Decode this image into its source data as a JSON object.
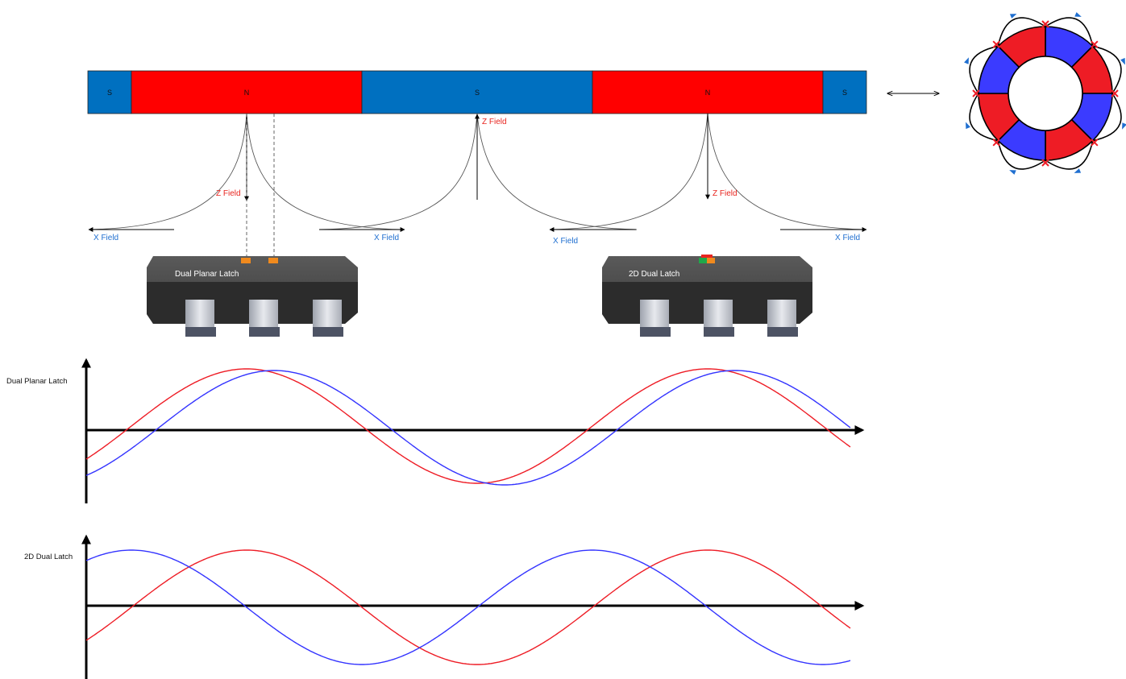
{
  "colors": {
    "south": "#0070c0",
    "north": "#ff0000",
    "ring_red": "#ee1c25",
    "ring_blue": "#3b3bff",
    "wave_red": "#ee1c25",
    "wave_blue": "#3333ff",
    "field_red": "#e8251f",
    "field_blue": "#1f6fd0",
    "chip_body": "#3c3c3c",
    "sensor_orange": "#f08a1e",
    "sensor_green": "#1fa84a"
  },
  "magnet_strip": {
    "segments": [
      {
        "label": "S",
        "pole": "south"
      },
      {
        "label": "N",
        "pole": "north"
      },
      {
        "label": "S",
        "pole": "south"
      },
      {
        "label": "N",
        "pole": "north"
      },
      {
        "label": "S",
        "pole": "south"
      }
    ]
  },
  "field_labels": {
    "z_field_1": "Z Field",
    "z_field_2": "Z Field",
    "z_field_3": "Z Field",
    "x_field_1": "X Field",
    "x_field_2": "X Field",
    "x_field_3": "X Field",
    "x_field_4": "X Field"
  },
  "chips": {
    "left": {
      "label": "Dual Planar Latch",
      "sensor_icon": "dual-orange-sensor-icon"
    },
    "right": {
      "label": "2D Dual Latch",
      "sensor_icon": "stacked-green-orange-sensor-icon"
    }
  },
  "ring_magnet": {
    "poles": 8,
    "icon": "ring-magnet-icon"
  },
  "arrow_icon": "double-headed-arrow-icon",
  "plots": {
    "top": {
      "ylabel": "Dual Planar  Latch",
      "series": [
        {
          "color": "red",
          "phase_note": "leading"
        },
        {
          "color": "blue",
          "phase_note": "lagging slightly"
        }
      ]
    },
    "bottom": {
      "ylabel": "2D Dual Latch",
      "series": [
        {
          "color": "blue",
          "phase_note": "leading 90 degrees"
        },
        {
          "color": "red",
          "phase_note": "lagging"
        }
      ]
    }
  }
}
